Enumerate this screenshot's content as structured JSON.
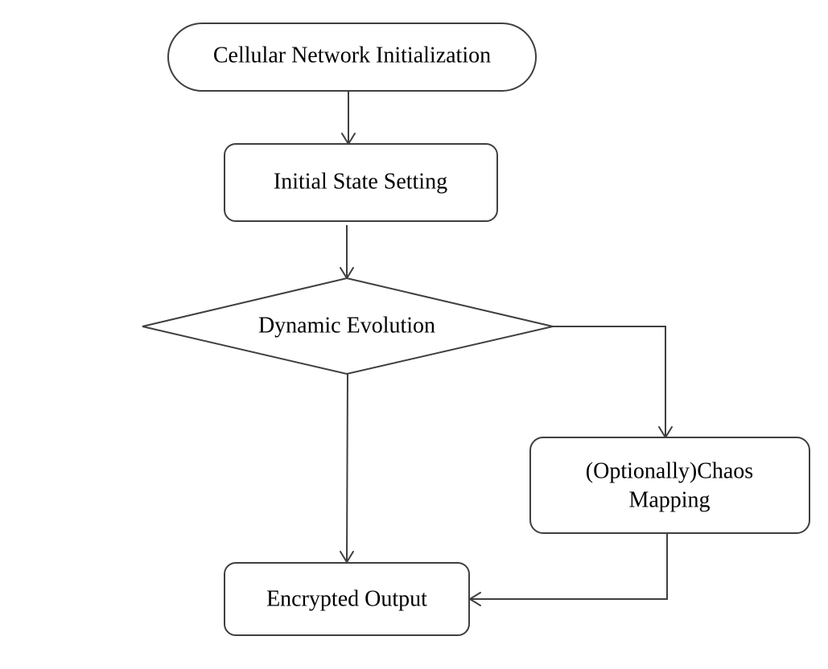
{
  "diagram": {
    "nodes": {
      "start": {
        "label": "Cellular Network Initialization",
        "shape": "stadium"
      },
      "init": {
        "label": "Initial State Setting",
        "shape": "rounded-rect"
      },
      "evolve": {
        "label": "Dynamic Evolution",
        "shape": "diamond"
      },
      "chaos": {
        "lines": [
          "(Optionally)Chaos",
          "Mapping"
        ],
        "shape": "rounded-rect"
      },
      "output": {
        "label": "Encrypted Output",
        "shape": "rounded-rect"
      }
    },
    "edges": [
      {
        "from": "start",
        "to": "init"
      },
      {
        "from": "init",
        "to": "evolve"
      },
      {
        "from": "evolve",
        "to": "chaos"
      },
      {
        "from": "evolve",
        "to": "output"
      },
      {
        "from": "chaos",
        "to": "output"
      }
    ],
    "colors": {
      "stroke": "#3f3f3f",
      "fill": "#ffffff",
      "text": "#000000"
    }
  }
}
